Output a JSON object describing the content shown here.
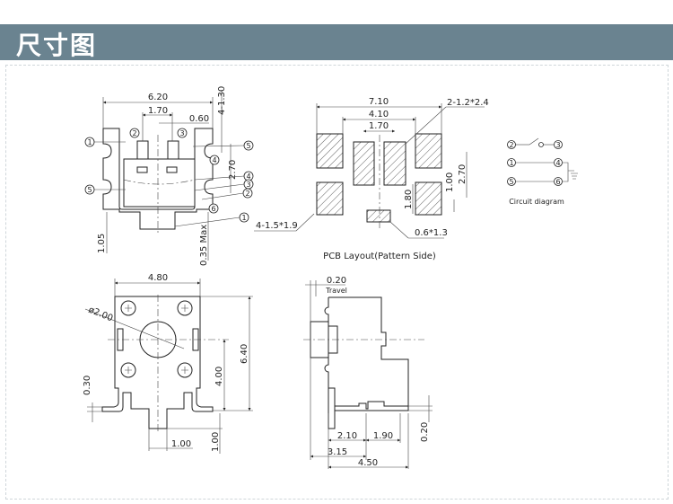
{
  "header": {
    "title": "尺寸图",
    "color": "#6a8390"
  },
  "front_view": {
    "dims": {
      "width": "6.20",
      "pin_pitch": "1.70",
      "offset": "0.60",
      "lug": "4-1.30",
      "height": "2.70",
      "stem": "1.05",
      "max": "0.35 Max"
    },
    "pins": [
      "1",
      "2",
      "3",
      "5",
      "4",
      "4",
      "3",
      "2",
      "6",
      "1",
      "5"
    ]
  },
  "pcb_layout": {
    "dims": {
      "outer": "7.10",
      "inner": "4.10",
      "center": "1.70",
      "center_pads": "2-1.2*2.4",
      "d100": "1.00",
      "d270": "2.70",
      "d180": "1.80",
      "corner_pads": "4-1.5*1.9",
      "small_pad": "0.6*1.3"
    },
    "caption": "PCB Layout(Pattern Side)"
  },
  "circuit": {
    "pins": [
      "2",
      "3",
      "1",
      "4",
      "5",
      "6"
    ],
    "caption": "Circuit diagram"
  },
  "bottom_view": {
    "dims": {
      "width": "4.80",
      "diameter": "ø2.00",
      "height": "6.40",
      "center": "4.00",
      "lead": "0.30",
      "tab_w": "1.00",
      "tab_h": "1.00"
    }
  },
  "side_view": {
    "dims": {
      "travel": "0.20",
      "travel_label": "Travel",
      "d210": "2.10",
      "d190": "1.90",
      "d315": "3.15",
      "d450": "4.50",
      "thick": "0.20"
    }
  }
}
